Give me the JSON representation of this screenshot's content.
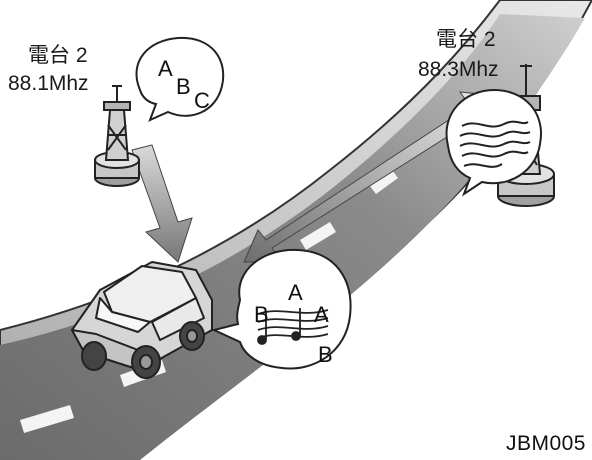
{
  "station_left": {
    "name": "電台 2",
    "frequency": "88.1Mhz",
    "bubble_letters": [
      "A",
      "B",
      "C"
    ]
  },
  "station_right": {
    "name": "電台 2",
    "frequency": "88.3Mhz"
  },
  "car_bubble_letters": [
    "A",
    "B",
    "A",
    "B"
  ],
  "figure_code": "JBM005"
}
